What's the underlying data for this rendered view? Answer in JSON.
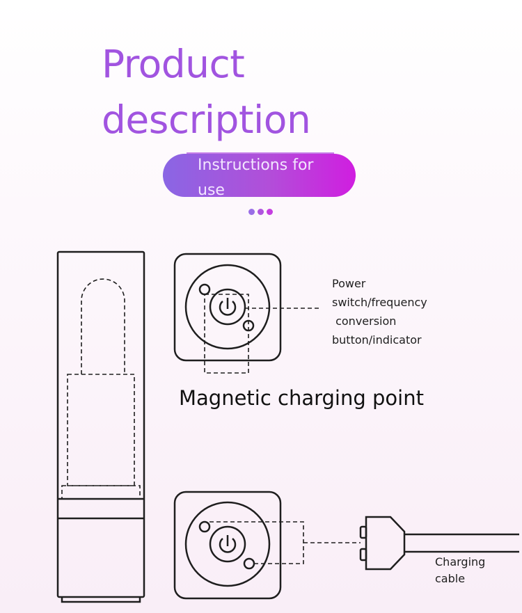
{
  "header": {
    "title_line1": "Product",
    "title_line2": "description",
    "badge_label": "Instructions for use"
  },
  "pagination": {
    "dot_colors": [
      "#9a6ee6",
      "#b055de",
      "#c53ee0"
    ]
  },
  "diagram": {
    "power_label": "Power\nswitch/frequency\n conversion\nbutton/indicator",
    "magnetic_label": "Magnetic charging point",
    "cable_label_line1": "Charging",
    "cable_label_line2": "cable",
    "icons": [
      "power-icon",
      "power-icon"
    ]
  },
  "colors": {
    "title": "#a154e0",
    "badge_start": "#8a66e4",
    "badge_end": "#d01ee0",
    "line_art": "#1e1e1e"
  }
}
